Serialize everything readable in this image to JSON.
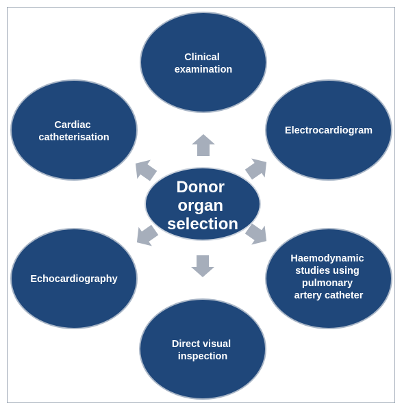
{
  "colors": {
    "node_fill": "#1f477a",
    "node_stroke": "#a9b6c7",
    "center_stroke": "#c9d1dc",
    "arrow": "#a6aebb",
    "frame": "#9aa5b2",
    "background": "#ffffff"
  },
  "center": {
    "lines": [
      "Donor",
      "organ",
      "selection"
    ]
  },
  "nodes": [
    {
      "id": "clinical-examination",
      "lines": [
        "Clinical",
        "examination"
      ]
    },
    {
      "id": "electrocardiogram",
      "lines": [
        "Electrocardiogram"
      ]
    },
    {
      "id": "haemodynamic-studies",
      "lines": [
        "Haemodynamic",
        "studies using",
        "pulmonary",
        "artery catheter"
      ]
    },
    {
      "id": "direct-visual-inspection",
      "lines": [
        "Direct visual",
        "inspection"
      ]
    },
    {
      "id": "echocardiography",
      "lines": [
        "Echocardiography"
      ]
    },
    {
      "id": "cardiac-catheterisation",
      "lines": [
        "Cardiac",
        "catheterisation"
      ]
    }
  ]
}
